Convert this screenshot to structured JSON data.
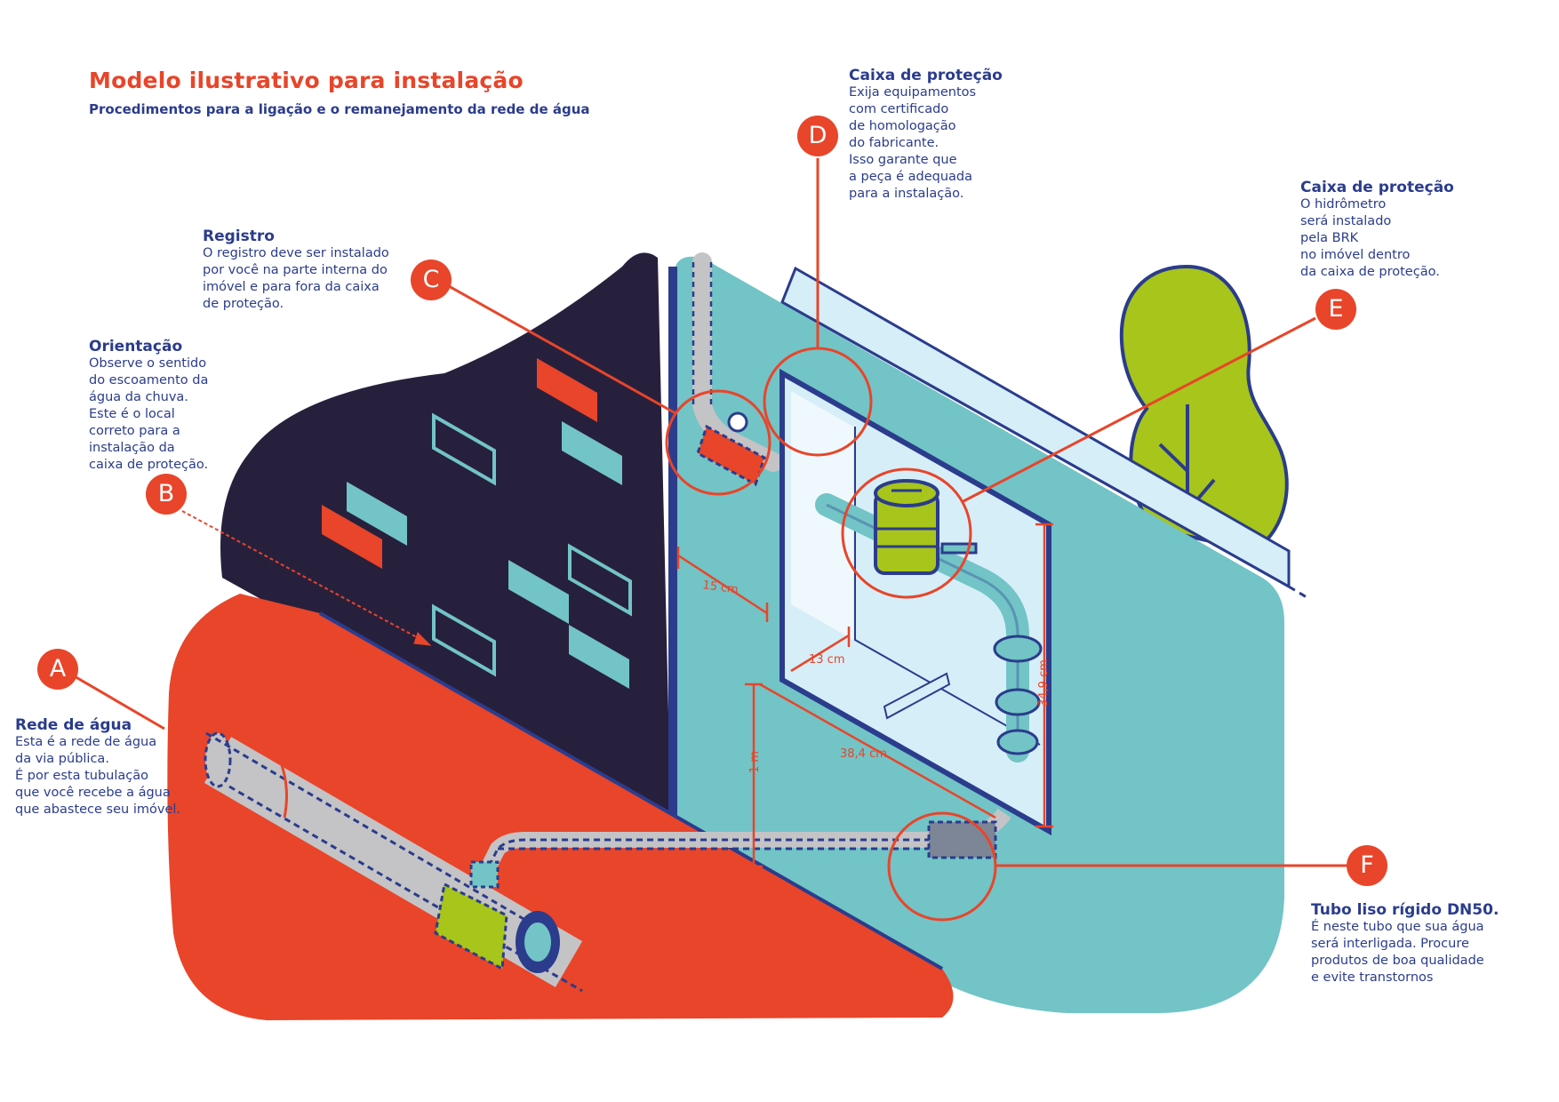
{
  "title": "Modelo ilustrativo para instalação",
  "subtitle": "Procedimentos para a ligação e o remanejamento da rede de água",
  "markers": {
    "a": "A",
    "b": "B",
    "c": "C",
    "d": "D",
    "e": "E",
    "f": "F"
  },
  "callouts": {
    "registro": {
      "title": "Registro",
      "lines": [
        "O registro deve ser instalado",
        "por você na parte interna do",
        "imóvel e para fora da caixa",
        "de proteção."
      ]
    },
    "orientacao": {
      "title": "Orientação",
      "lines": [
        "Observe o sentido",
        "do escoamento da",
        "água da chuva.",
        "Este é o local",
        "correto para a",
        "instalação da",
        "caixa de proteção."
      ]
    },
    "rede_de_agua": {
      "title": "Rede de água",
      "lines": [
        "Esta é a rede de água",
        "da via pública.",
        "É por esta tubulação",
        "que você recebe a água",
        "que abastece seu imóvel."
      ]
    },
    "caixa_d": {
      "title": "Caixa de proteção",
      "lines": [
        "Exija equipamentos",
        "com certificado",
        "de homologação",
        "do fabricante.",
        "Isso garante que",
        "a peça é adequada",
        "para a instalação."
      ]
    },
    "caixa_e": {
      "title": "Caixa de proteção",
      "lines": [
        "O hidrômetro",
        "será instalado",
        "pela BRK",
        "no imóvel dentro",
        "da caixa de proteção."
      ]
    },
    "tubo": {
      "title": "Tubo liso rígido DN50.",
      "lines": [
        "É neste tubo que sua água",
        "será interligada. Procure",
        "produtos de boa qualidade",
        "e evite transtornos"
      ]
    }
  },
  "dimensions": {
    "d15": "15 cm",
    "d13": "13 cm",
    "d34": "34,9 cm",
    "d38": "38,4 cm",
    "d1m": "1 m"
  },
  "colors": {
    "accent": "#e8452a",
    "navy": "#2b3c8c",
    "dark_wall": "#27203d",
    "teal": "#72c4c6",
    "light_blue": "#d6eef8",
    "green": "#a7c51a",
    "pipe_gray": "#c4c3c6"
  }
}
